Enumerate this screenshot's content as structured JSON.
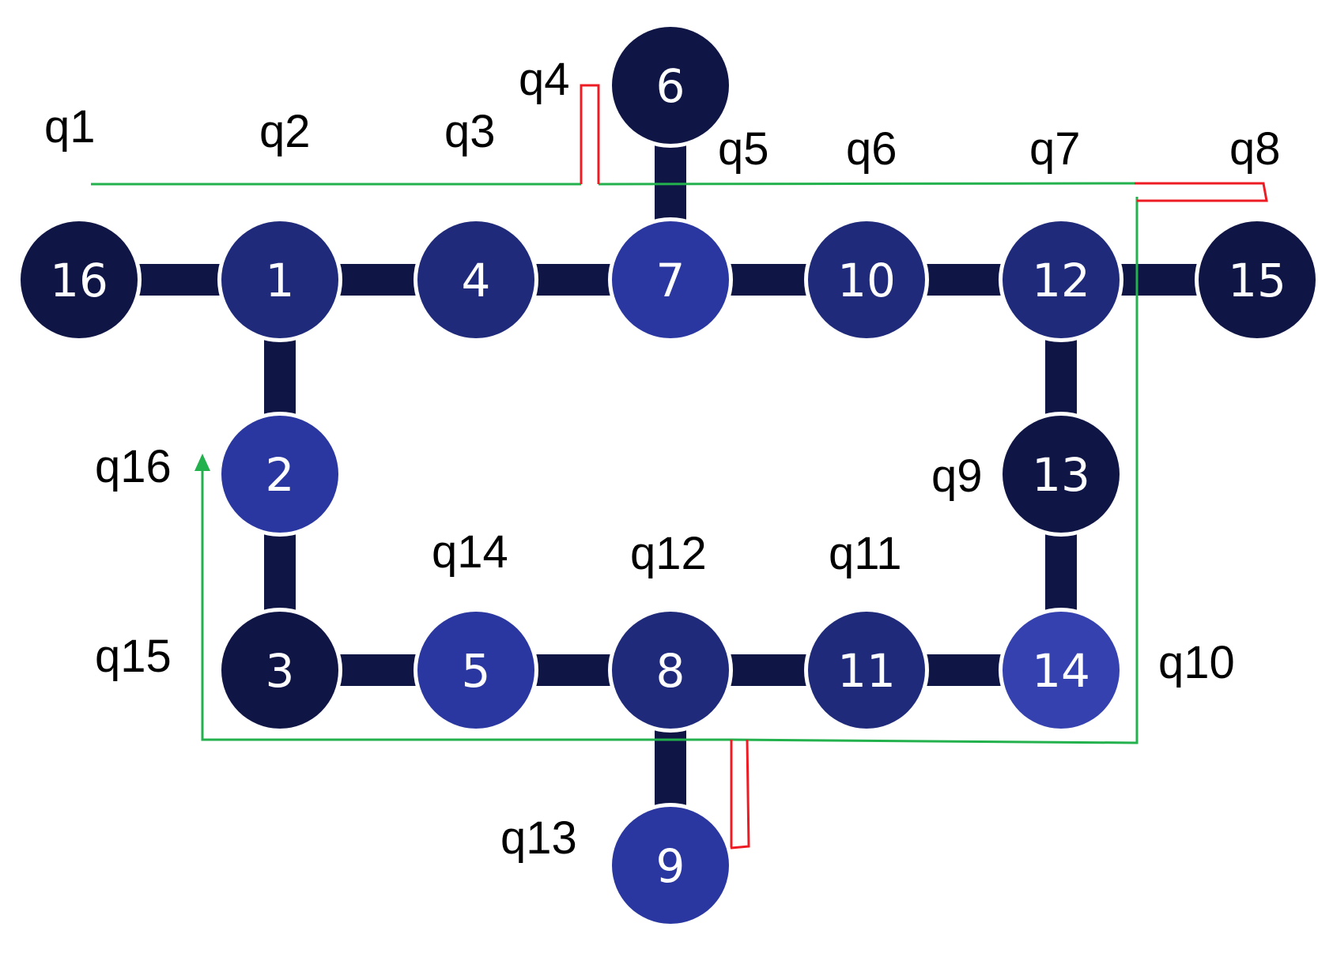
{
  "colors": {
    "node_dark": "#0f1545",
    "node_mid": "#1f2a7a",
    "node_light": "#2b37a0",
    "node_lightest": "#3441ae",
    "edge": "#0f1545",
    "path_green": "#22b14c",
    "path_red": "#ed1c24",
    "label": "#000000"
  },
  "nodes": [
    {
      "id": "16",
      "label": "16",
      "shade": "node_dark"
    },
    {
      "id": "1",
      "label": "1",
      "shade": "node_mid"
    },
    {
      "id": "4",
      "label": "4",
      "shade": "node_mid"
    },
    {
      "id": "7",
      "label": "7",
      "shade": "node_light"
    },
    {
      "id": "10",
      "label": "10",
      "shade": "node_mid"
    },
    {
      "id": "12",
      "label": "12",
      "shade": "node_mid"
    },
    {
      "id": "15",
      "label": "15",
      "shade": "node_dark"
    },
    {
      "id": "6",
      "label": "6",
      "shade": "node_dark"
    },
    {
      "id": "2",
      "label": "2",
      "shade": "node_light"
    },
    {
      "id": "13",
      "label": "13",
      "shade": "node_dark"
    },
    {
      "id": "3",
      "label": "3",
      "shade": "node_dark"
    },
    {
      "id": "5",
      "label": "5",
      "shade": "node_light"
    },
    {
      "id": "8",
      "label": "8",
      "shade": "node_mid"
    },
    {
      "id": "11",
      "label": "11",
      "shade": "node_mid"
    },
    {
      "id": "14",
      "label": "14",
      "shade": "node_lightest"
    },
    {
      "id": "9",
      "label": "9",
      "shade": "node_light"
    }
  ],
  "edges": [
    [
      "16",
      "1"
    ],
    [
      "1",
      "4"
    ],
    [
      "4",
      "7"
    ],
    [
      "7",
      "10"
    ],
    [
      "10",
      "12"
    ],
    [
      "12",
      "15"
    ],
    [
      "6",
      "7"
    ],
    [
      "1",
      "2"
    ],
    [
      "2",
      "3"
    ],
    [
      "12",
      "13"
    ],
    [
      "13",
      "14"
    ],
    [
      "3",
      "5"
    ],
    [
      "5",
      "8"
    ],
    [
      "8",
      "11"
    ],
    [
      "11",
      "14"
    ],
    [
      "8",
      "9"
    ]
  ],
  "qubit_labels": [
    "q1",
    "q2",
    "q3",
    "q4",
    "q5",
    "q6",
    "q7",
    "q8",
    "q9",
    "q10",
    "q11",
    "q12",
    "q13",
    "q14",
    "q15",
    "q16"
  ]
}
